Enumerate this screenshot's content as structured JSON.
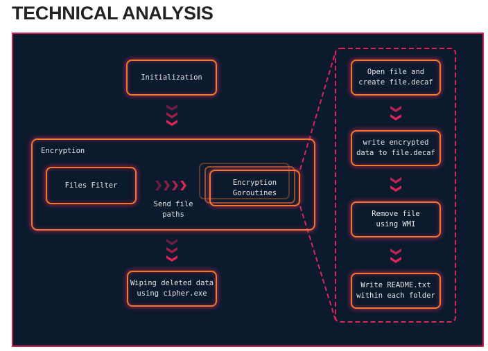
{
  "page": {
    "title": "TECHNICAL ANALYSIS"
  },
  "colors": {
    "panel_bg": "#0c1a2e",
    "panel_border": "#d0204f",
    "node_border": "#f07a2a",
    "arrow": "#e0245a",
    "text": "#e6e6e6"
  },
  "diagram": {
    "main_flow": {
      "initialization": "Initialization",
      "encryption_container": {
        "label": "Encryption",
        "files_filter": "Files Filter",
        "send_label": "Send file\npaths",
        "goroutines": "Encryption\nGoroutines"
      },
      "wiping": "Wiping deleted data\nusing cipher.exe"
    },
    "goroutine_detail": {
      "steps": [
        "Open file and\ncreate file.decaf",
        "write encrypted\ndata to file.decaf",
        "Remove file\nusing WMI",
        "Write README.txt\nwithin each folder"
      ]
    },
    "edges": [
      {
        "from": "Initialization",
        "to": "Encryption",
        "style": "chevron-down"
      },
      {
        "from": "Files Filter",
        "to": "Encryption Goroutines",
        "style": "chevron-right",
        "label": "Send file paths"
      },
      {
        "from": "Encryption",
        "to": "Wiping deleted data using cipher.exe",
        "style": "chevron-down"
      },
      {
        "from": "Encryption Goroutines",
        "to": "goroutine_detail",
        "style": "dashed-zoom"
      },
      {
        "from": "Open file and create file.decaf",
        "to": "write encrypted data to file.decaf",
        "style": "chevron-down"
      },
      {
        "from": "write encrypted data to file.decaf",
        "to": "Remove file using WMI",
        "style": "chevron-down"
      },
      {
        "from": "Remove file using WMI",
        "to": "Write README.txt within each folder",
        "style": "chevron-down"
      }
    ]
  }
}
